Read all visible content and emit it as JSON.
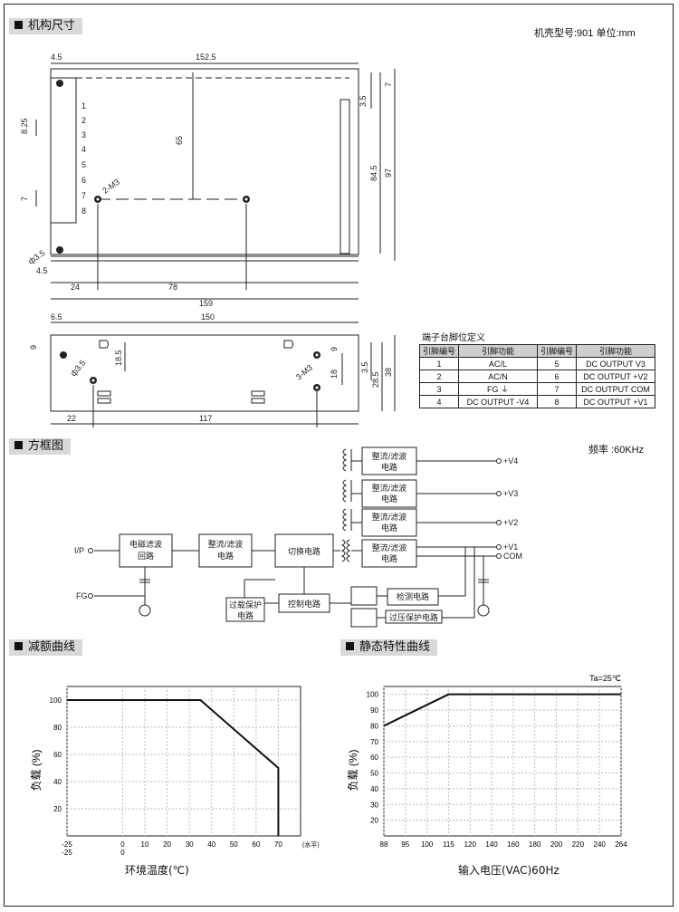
{
  "sections": {
    "dimensions": "机构尺寸",
    "block_diagram": "方框图",
    "derating": "减额曲线",
    "static": "静态特性曲线"
  },
  "case_note": "机壳型号:901 单位:mm",
  "freq_note": "频率 :60KHz",
  "pin_table": {
    "caption": "端子台脚位定义",
    "headers": [
      "引脚编号",
      "引脚功能",
      "引脚编号",
      "引脚功能"
    ],
    "rows": [
      [
        "1",
        "AC/L",
        "5",
        "DC OUTPUT V3"
      ],
      [
        "2",
        "AC/N",
        "6",
        "DC OUTPUT +V2"
      ],
      [
        "3",
        "FG ⏚",
        "7",
        "DC OUTPUT COM"
      ],
      [
        "4",
        "DC OUTPUT -V4",
        "8",
        "DC OUTPUT +V1"
      ]
    ]
  },
  "top_view": {
    "dims": [
      "4.5",
      "152.5",
      "65",
      "8.25",
      "7",
      "ф3.5",
      "4.5",
      "24",
      "78",
      "159",
      "3.5",
      "7",
      "84.5",
      "97",
      "2-M3"
    ],
    "terminals": [
      "1",
      "2",
      "3",
      "4",
      "5",
      "6",
      "7",
      "8"
    ]
  },
  "side_view": {
    "dims": [
      "6.5",
      "150",
      "9",
      "18.5",
      "ф3.5",
      "9",
      "18",
      "3-M3",
      "3.5",
      "28.5",
      "38",
      "22",
      "117"
    ]
  },
  "block": {
    "ip": "I/P",
    "fg": "FG",
    "emi": [
      "电磁滤波",
      "回路"
    ],
    "rect1": [
      "整流/滤波",
      "电路"
    ],
    "switch": "切换电路",
    "control": "控制电路",
    "olp": [
      "过载保护",
      "电路"
    ],
    "detect": "检测电路",
    "ovp": "过压保护电路",
    "out_rect": [
      "整流/滤波",
      "电路"
    ],
    "outputs": [
      "+V4",
      "+V3",
      "+V2",
      "+V1",
      "COM"
    ]
  },
  "chart_data": [
    {
      "type": "line",
      "name": "derating",
      "x": [
        -25,
        35,
        70,
        70
      ],
      "y": [
        100,
        100,
        50,
        0
      ],
      "xticks": [
        "-25",
        "0",
        "10",
        "20",
        "30",
        "40",
        "50",
        "60",
        "70"
      ],
      "xticks2": [
        "-25",
        "0"
      ],
      "xunit": "(水平)",
      "yticks": [
        "20",
        "40",
        "60",
        "80",
        "100"
      ],
      "ylabel": "负载 (%)",
      "xlabel": "环境温度(℃)",
      "xlim": [
        -25,
        80
      ],
      "ylim": [
        0,
        110
      ]
    },
    {
      "type": "line",
      "name": "static",
      "x": [
        88,
        115,
        264
      ],
      "y": [
        80,
        100,
        100
      ],
      "xticks": [
        "88",
        "95",
        "100",
        "115",
        "120",
        "140",
        "160",
        "180",
        "200",
        "220",
        "240",
        "264"
      ],
      "yticks": [
        "20",
        "30",
        "40",
        "50",
        "60",
        "70",
        "80",
        "90",
        "100"
      ],
      "ylabel": "负载 (%)",
      "xlabel": "输入电压(VAC)60Hz",
      "annotation": "Ta=25℃",
      "ylim": [
        10,
        105
      ]
    }
  ]
}
